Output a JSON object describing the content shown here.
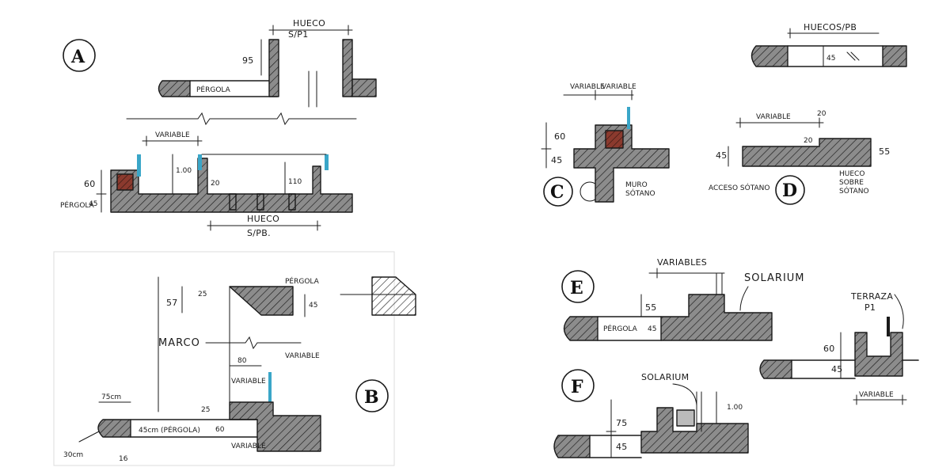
{
  "colors": {
    "ink": "#1a1a1a",
    "hatch_fill": "#8c8c8c",
    "glass_blue": "#3aa6c8",
    "brick_red": "#8b3a2e",
    "paper": "#ffffff"
  },
  "sketch_a": {
    "tag": "A",
    "hueco_top_line1": "HUECO",
    "hueco_top_line2": "S/P1",
    "dim_95": "95",
    "pergola": "PÉRGOLA",
    "variable": "VARIABLE",
    "dim_100": "1.00",
    "dim_60": "60",
    "dim_45": "45",
    "pergola_lower": "PÉRGOLA",
    "dim_20": "20",
    "dim_110": "110",
    "hueco_bottom_line1": "HUECO",
    "hueco_bottom_line2": "S/PB."
  },
  "sketch_b": {
    "tag": "B",
    "pergola": "PÉRGOLA",
    "dim_57": "57",
    "dim_25_top": "25",
    "dim_45": "45",
    "marco": "MARCO",
    "dim_80": "80",
    "variable_mid": "VARIABLE",
    "variable_left": "VARIABLE",
    "dim_75cm": "75cm",
    "dim_25_bottom": "25",
    "dim_45cm_pergola": "45cm (PÉRGOLA)",
    "dim_60": "60",
    "variable_bottom": "VARIABLE",
    "dim_30cm": "30cm",
    "dim_16": "16"
  },
  "sketch_c": {
    "tag": "C",
    "variable_1": "VARIABLE",
    "variable_2": "VARIABLE",
    "dim_60": "60",
    "dim_45": "45",
    "muro_line1": "MURO",
    "muro_line2": "SÓTANO"
  },
  "sketch_d": {
    "tag": "D",
    "huecos": "HUECOS/PB",
    "dim_45_top": "45",
    "variable": "VARIABLE",
    "dim_20_top": "20",
    "dim_20_inner": "20",
    "dim_45": "45",
    "dim_55": "55",
    "acceso_sotano": "ACCESO SÓTANO",
    "hueco_line1": "HUECO",
    "hueco_line2": "SOBRE",
    "hueco_line3": "SÓTANO"
  },
  "sketch_e": {
    "tag": "E",
    "variables": "VARIABLES",
    "solarium": "SOLARIUM",
    "dim_55": "55",
    "pergola": "PÉRGOLA",
    "dim_45": "45",
    "terraza_line1": "TERRAZA",
    "terraza_line2": "P1",
    "dim_60": "60",
    "dim_45_right": "45",
    "variable": "VARIABLE"
  },
  "sketch_f": {
    "tag": "F",
    "solarium": "SOLARIUM",
    "dim_75": "75",
    "dim_45": "45",
    "dim_100": "1.00"
  }
}
